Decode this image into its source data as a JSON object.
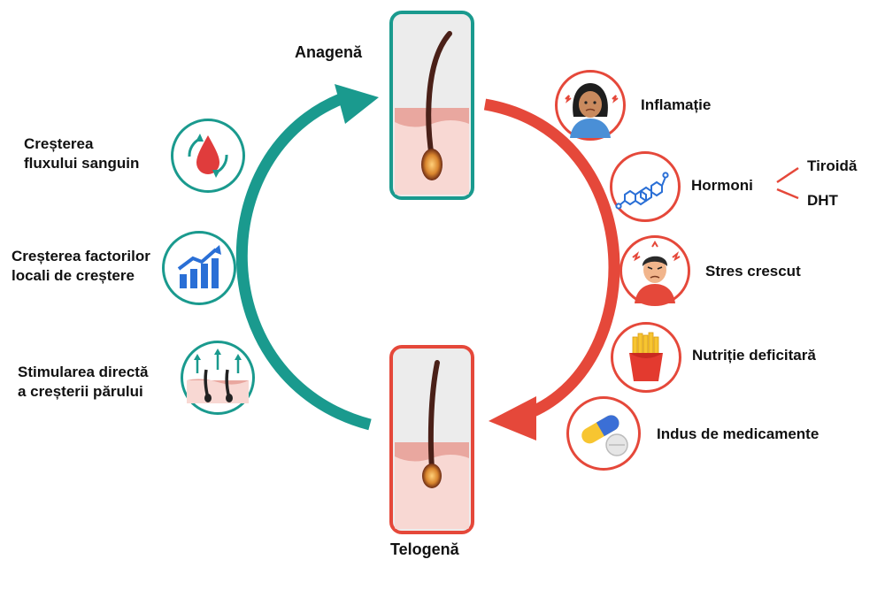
{
  "stages": {
    "anagen": "Anagenă",
    "telogen": "Telogenă"
  },
  "growth_factors": [
    {
      "label_line1": "Creșterea",
      "label_line2": "fluxului sanguin",
      "icon": "blood-drop-cycle-icon"
    },
    {
      "label_line1": "Creșterea factorilor",
      "label_line2": "locali de creștere",
      "icon": "growth-chart-icon"
    },
    {
      "label_line1": "Stimularea directă",
      "label_line2": "a creșterii părului",
      "icon": "hair-stimulation-icon"
    }
  ],
  "loss_factors": [
    {
      "label": "Inflamație",
      "icon": "inflamed-woman-icon"
    },
    {
      "label": "Hormoni",
      "icon": "hormone-molecule-icon"
    },
    {
      "label": "Stres crescut",
      "icon": "stressed-man-icon"
    },
    {
      "label": "Nutriție deficitară",
      "icon": "french-fries-icon"
    },
    {
      "label": "Indus de medicamente",
      "icon": "pills-icon"
    }
  ],
  "hormone_types": [
    "Tiroidă",
    "DHT"
  ],
  "colors": {
    "teal": "#1a9a8e",
    "red": "#e5483a",
    "skin": "#f8d8d3",
    "hair": "#4a2018"
  }
}
